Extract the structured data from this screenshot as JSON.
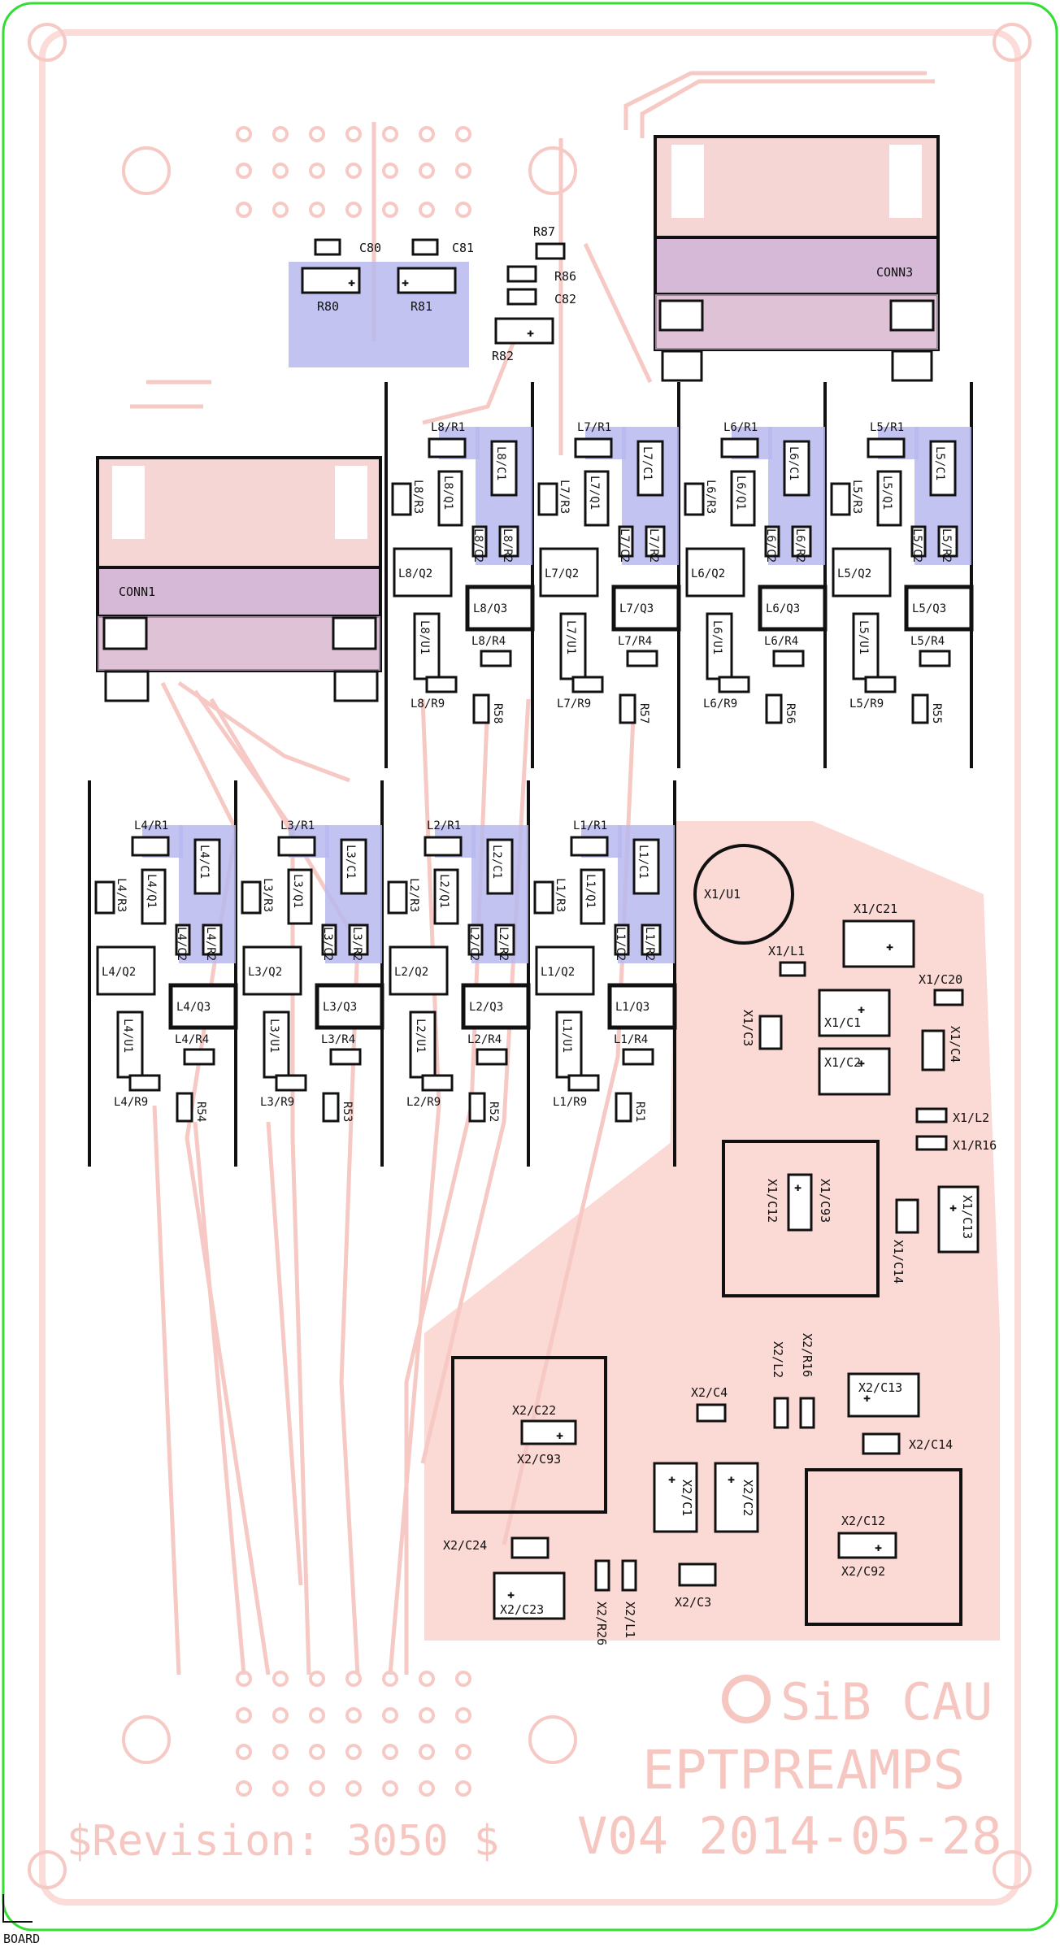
{
  "colors": {
    "silk": "#f6c6c1",
    "copper_area": "#fbdcd8",
    "component_outline": "#111111",
    "blue_area": "#b7b9ee",
    "connector_body": "#d6b9d6",
    "board_edge": "#33dd33"
  },
  "texts": {
    "board_label": "BOARD",
    "revision": "$Revision: 3050 $",
    "org": "SiB CAU",
    "project": "EPTPREAMPS",
    "version": "V04 2014-05-28"
  },
  "conn": {
    "c1": "CONN1",
    "c3": "CONN3"
  },
  "top": {
    "c80": "C80",
    "c81": "C81",
    "r80": "R80",
    "r81": "R81",
    "r87": "R87",
    "r86": "R86",
    "c82": "C82",
    "r82": "R82"
  },
  "ch": {
    "L8": {
      "r1": "L8/R1",
      "c1": "L8/C1",
      "q1": "L8/Q1",
      "r3": "L8/R3",
      "c2": "L8/C2",
      "r2": "L8/R2",
      "q2": "L8/Q2",
      "q3": "L8/Q3",
      "u1": "L8/U1",
      "r4": "L8/R4",
      "r9": "L8/R9",
      "rx": "R58"
    },
    "L7": {
      "r1": "L7/R1",
      "c1": "L7/C1",
      "q1": "L7/Q1",
      "r3": "L7/R3",
      "c2": "L7/C2",
      "r2": "L7/R2",
      "q2": "L7/Q2",
      "q3": "L7/Q3",
      "u1": "L7/U1",
      "r4": "L7/R4",
      "r9": "L7/R9",
      "rx": "R57"
    },
    "L6": {
      "r1": "L6/R1",
      "c1": "L6/C1",
      "q1": "L6/Q1",
      "r3": "L6/R3",
      "c2": "L6/C2",
      "r2": "L6/R2",
      "q2": "L6/Q2",
      "q3": "L6/Q3",
      "u1": "L6/U1",
      "r4": "L6/R4",
      "r9": "L6/R9",
      "rx": "R56"
    },
    "L5": {
      "r1": "L5/R1",
      "c1": "L5/C1",
      "q1": "L5/Q1",
      "r3": "L5/R3",
      "c2": "L5/C2",
      "r2": "L5/R2",
      "q2": "L5/Q2",
      "q3": "L5/Q3",
      "u1": "L5/U1",
      "r4": "L5/R4",
      "r9": "L5/R9",
      "rx": "R55"
    },
    "L4": {
      "r1": "L4/R1",
      "c1": "L4/C1",
      "q1": "L4/Q1",
      "r3": "L4/R3",
      "c2": "L4/C2",
      "r2": "L4/R2",
      "q2": "L4/Q2",
      "q3": "L4/Q3",
      "u1": "L4/U1",
      "r4": "L4/R4",
      "r9": "L4/R9",
      "rx": "R54"
    },
    "L3": {
      "r1": "L3/R1",
      "c1": "L3/C1",
      "q1": "L3/Q1",
      "r3": "L3/R3",
      "c2": "L3/C2",
      "r2": "L3/R2",
      "q2": "L3/Q2",
      "q3": "L3/Q3",
      "u1": "L3/U1",
      "r4": "L3/R4",
      "r9": "L3/R9",
      "rx": "R53"
    },
    "L2": {
      "r1": "L2/R1",
      "c1": "L2/C1",
      "q1": "L2/Q1",
      "r3": "L2/R3",
      "c2": "L2/C2",
      "r2": "L2/R2",
      "q2": "L2/Q2",
      "q3": "L2/Q3",
      "u1": "L2/U1",
      "r4": "L2/R4",
      "r9": "L2/R9",
      "rx": "R52"
    },
    "L1": {
      "r1": "L1/R1",
      "c1": "L1/C1",
      "q1": "L1/Q1",
      "r3": "L1/R3",
      "c2": "L1/C2",
      "r2": "L1/R2",
      "q2": "L1/Q2",
      "q3": "L1/Q3",
      "u1": "L1/U1",
      "r4": "L1/R4",
      "r9": "L1/R9",
      "rx": "R51"
    }
  },
  "x1": {
    "u1": "X1/U1",
    "c21": "X1/C21",
    "l1": "X1/L1",
    "c20": "X1/C20",
    "c1": "X1/C1",
    "c3": "X1/C3",
    "c4": "X1/C4",
    "c2": "X1/C2",
    "l2": "X1/L2",
    "r16": "X1/R16",
    "c12": "X1/C12",
    "c93": "X1/C93",
    "c13": "X1/C13",
    "c14": "X1/C14"
  },
  "x2": {
    "l2": "X2/L2",
    "r16": "X2/R16",
    "c13": "X2/C13",
    "c4": "X2/C4",
    "c14": "X2/C14",
    "c22": "X2/C22",
    "c93": "X2/C93",
    "c1": "X2/C1",
    "c2": "X2/C2",
    "c12": "X2/C12",
    "c92": "X2/C92",
    "c24": "X2/C24",
    "c23": "X2/C23",
    "r26": "X2/R26",
    "l1": "X2/L1",
    "c3": "X2/C3"
  }
}
